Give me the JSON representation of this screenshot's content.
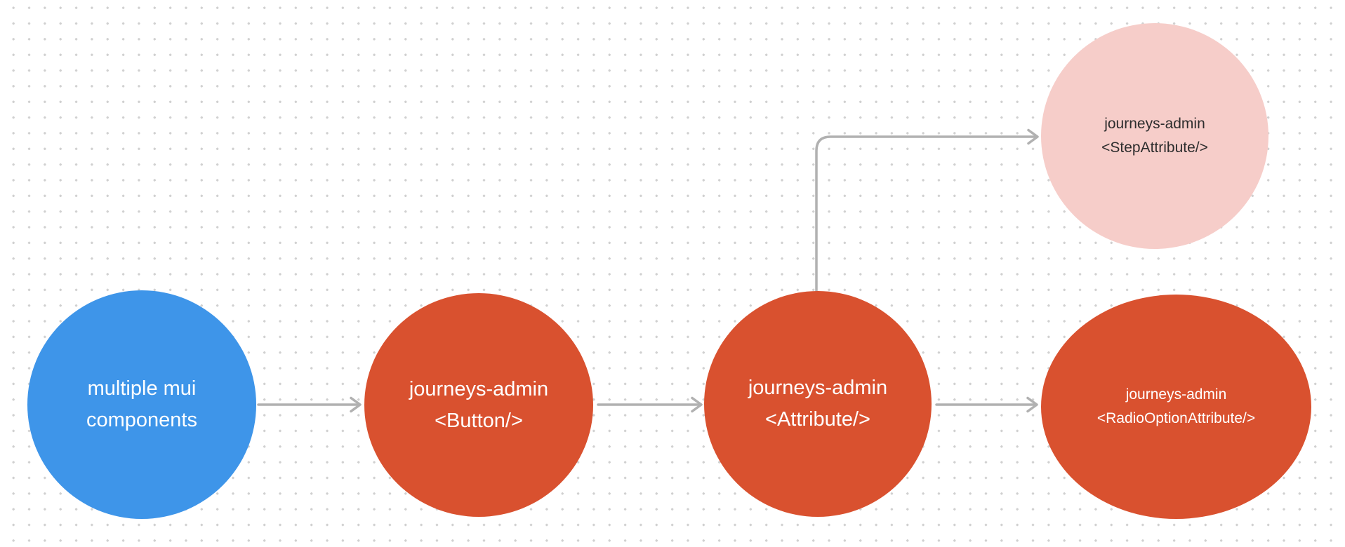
{
  "canvas": {
    "background_color": "#ffffff",
    "dot_color": "#d0d0d0",
    "edge_color": "#b1b1b1"
  },
  "nodes": [
    {
      "id": "multiple-mui-components",
      "lines": [
        "multiple mui",
        "components"
      ],
      "fill": "#3e95e9",
      "text_color": "#ffffff"
    },
    {
      "id": "journeys-admin-button",
      "lines": [
        "journeys-admin",
        "<Button/>"
      ],
      "fill": "#d9512f",
      "text_color": "#ffffff"
    },
    {
      "id": "journeys-admin-attribute",
      "lines": [
        "journeys-admin",
        "<Attribute/>"
      ],
      "fill": "#d9512f",
      "text_color": "#ffffff"
    },
    {
      "id": "journeys-admin-step-attribute",
      "lines": [
        "journeys-admin",
        "<StepAttribute/>"
      ],
      "fill": "#f6cdc9",
      "text_color": "#2d2d2d"
    },
    {
      "id": "journeys-admin-radio-option-attribute",
      "lines": [
        "journeys-admin",
        "<RadioOptionAttribute/>"
      ],
      "fill": "#d9512f",
      "text_color": "#ffffff"
    }
  ],
  "edges": [
    {
      "from": "multiple-mui-components",
      "to": "journeys-admin-button"
    },
    {
      "from": "journeys-admin-button",
      "to": "journeys-admin-attribute"
    },
    {
      "from": "journeys-admin-attribute",
      "to": "journeys-admin-step-attribute"
    },
    {
      "from": "journeys-admin-attribute",
      "to": "journeys-admin-radio-option-attribute"
    }
  ]
}
